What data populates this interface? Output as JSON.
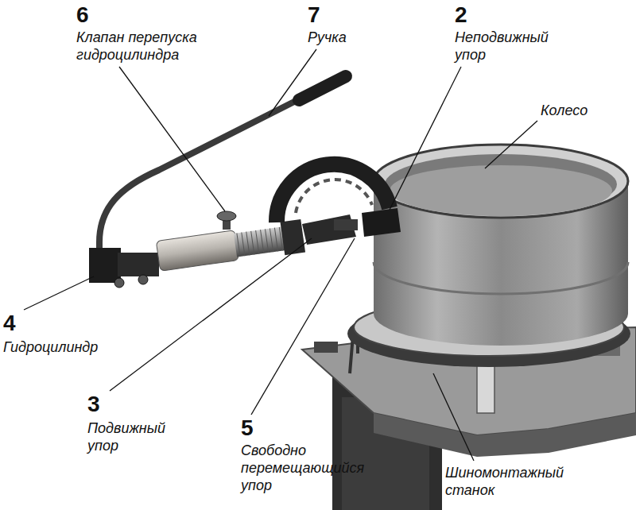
{
  "diagram": {
    "labels": [
      "6",
      "Клапан перепуска гидроцилиндра",
      "7",
      "Ручка",
      "2",
      "Неподвижный упор",
      "Колесо",
      "4",
      "Гидроцилиндр",
      "3",
      "Подвижный упор",
      "5",
      "Свободно перемещающийся упор",
      "Шиномонтажный станок"
    ]
  }
}
